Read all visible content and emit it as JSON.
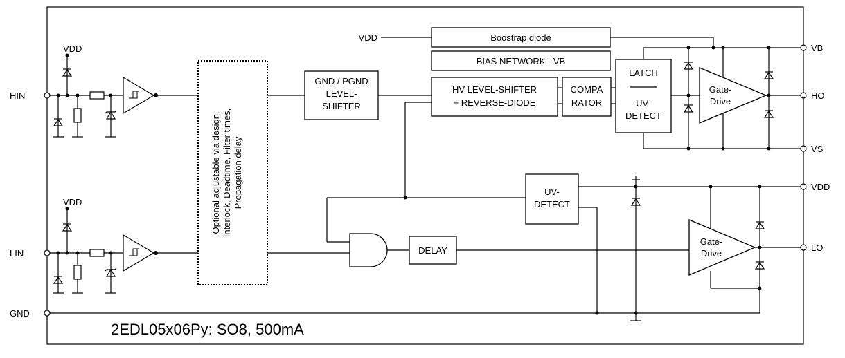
{
  "pins": {
    "hin": "HIN",
    "lin": "LIN",
    "gnd": "GND",
    "vb": "VB",
    "ho": "HO",
    "vs": "VS",
    "vdd_right": "VDD",
    "lo": "LO"
  },
  "supply_labels": {
    "vdd_hin": "VDD",
    "vdd_lin": "VDD",
    "vdd_top": "VDD"
  },
  "blocks": {
    "bootstrap": "Boostrap diode",
    "bias": "BIAS NETWORK - VB",
    "gnd_shifter": [
      "GND / PGND",
      "LEVEL-",
      "SHIFTER"
    ],
    "hv_shifter": [
      "HV LEVEL-SHIFTER",
      "+ REVERSE-DIODE"
    ],
    "comparator": [
      "COMPA",
      "RATOR"
    ],
    "latch": [
      "LATCH",
      "UV-",
      "DETECT"
    ],
    "gate_drive_high": [
      "Gate-",
      "Drive"
    ],
    "gate_drive_low": [
      "Gate-",
      "Drive"
    ],
    "uv_detect_low": [
      "UV-",
      "DETECT"
    ],
    "delay": "DELAY",
    "optional": [
      "Optional adjustable via design:",
      "Interlock, Deadtime, Filter times,",
      "Propagation delay"
    ]
  },
  "caption": "2EDL05x06Py: SO8, 500mA"
}
